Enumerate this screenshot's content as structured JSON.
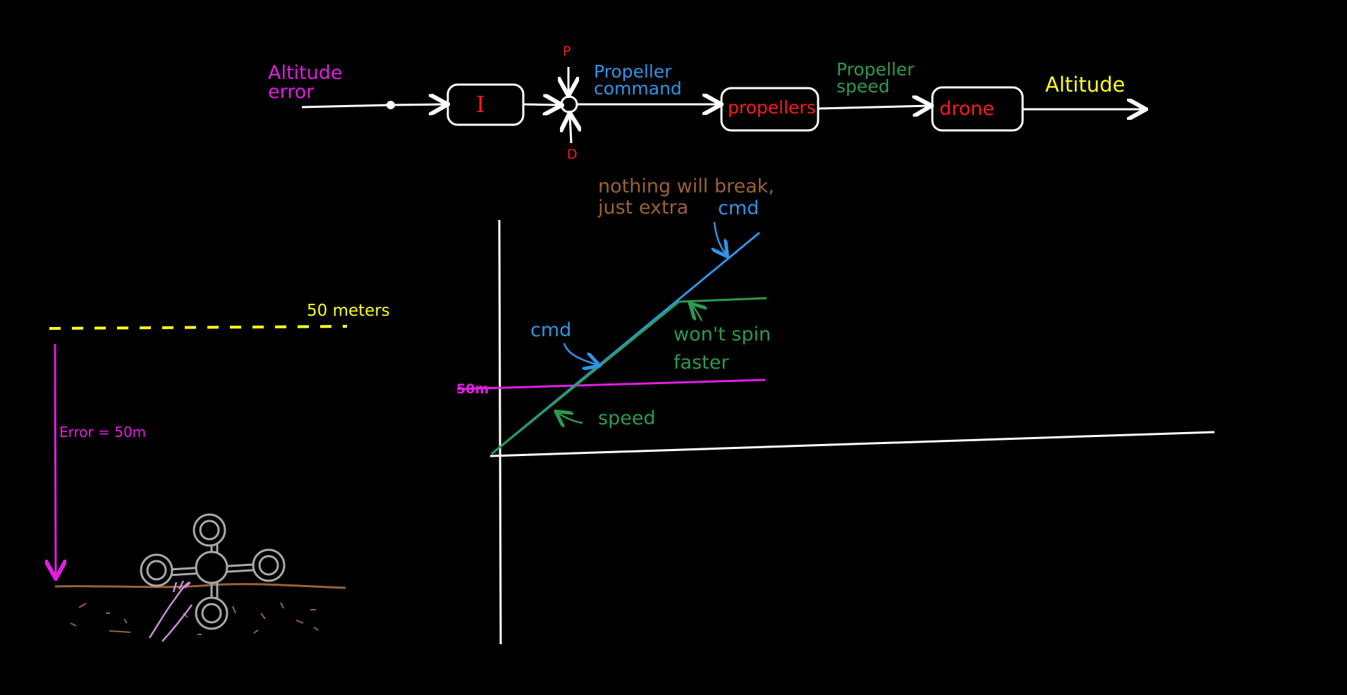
{
  "block_diagram": {
    "input_label": "Altitude\nerror",
    "integral_block": "I",
    "sum_top_label": "P",
    "sum_bottom_label": "D",
    "propeller_command_label": "Propeller\ncommand",
    "propellers_block": "propellers",
    "propeller_speed_label": "Propeller\nspeed",
    "drone_block": "drone",
    "output_label": "Altitude"
  },
  "graph": {
    "annotation_top": "nothing will break,\njust extra",
    "annotation_top_cmd": "cmd",
    "cmd_label": "cmd",
    "wont_spin_label": "won't spin\nfaster",
    "speed_label": "speed",
    "y_tick_label": "50m"
  },
  "scene": {
    "target_label": "50 meters",
    "error_label": "Error = 50m"
  },
  "colors": {
    "magenta": "#e21ee2",
    "blue": "#2f95e6",
    "green": "#2e9a4e",
    "yellow": "#ffff1f",
    "red": "#ff1a1a",
    "brown": "#9a6238",
    "white": "#ffffff"
  }
}
